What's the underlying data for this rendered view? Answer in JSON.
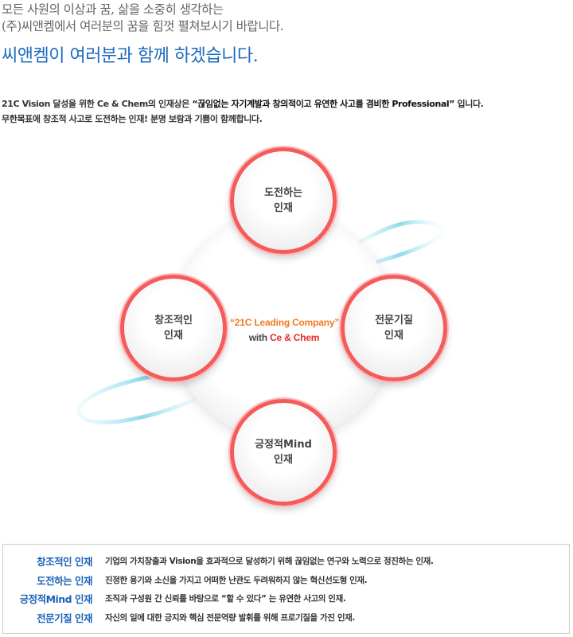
{
  "intro": {
    "line1": "모든 사원의 이상과 꿈, 삶을 소중히 생각하는",
    "line2": "(주)씨앤켐에서 여러분의 꿈을 힘껏 펼쳐보시기 바랍니다.",
    "slogan": "씨앤켐이 여러분과 함께 하겠습니다."
  },
  "description": {
    "line1_pre": "21C Vision 달성을 위한 Ce & Chem의 인재상은 ",
    "line1_bold": "“끊임없는 자기계발과 창의적이고 유연한 사고를 겸비한 Professional”",
    "line1_post": " 입니다.",
    "line2": "무한목표에 창조적 사고로 도전하는 인재! 분명 보람과 기쁨이 함께합니다."
  },
  "diagram": {
    "center_line1": "“21C Leading Company”",
    "center_with": "with ",
    "center_brand": "Ce & Chem",
    "nodes": {
      "top": [
        "도전하는",
        "인재"
      ],
      "left": [
        "창조적인",
        "인재"
      ],
      "right": [
        "전문기질",
        "인재"
      ],
      "bottom": [
        "긍정적Mind",
        "인재"
      ]
    },
    "colors": {
      "ring": "#f45c5c",
      "swoosh": "#7fd8e6"
    }
  },
  "definitions": [
    {
      "term": "창조적인 인재",
      "text": "기업의 가치창출과 Vision을 효과적으로 달성하기 위해 끊임없는 연구와 노력으로 정진하는 인재."
    },
    {
      "term": "도전하는 인재",
      "text": "진정한 용기와 소신을 가지고 어떠한 난관도 두려워하지 않는 혁신선도형 인재."
    },
    {
      "term": "긍정적Mind 인재",
      "text": "조직과 구성원 간 신뢰를 바탕으로 “할 수 있다” 는 유연한 사고의 인재."
    },
    {
      "term": "전문기질 인재",
      "text": "자신의 일에 대한 긍지와 핵심 전문역량 발휘를 위해 프로기질을 가진 인재."
    }
  ]
}
